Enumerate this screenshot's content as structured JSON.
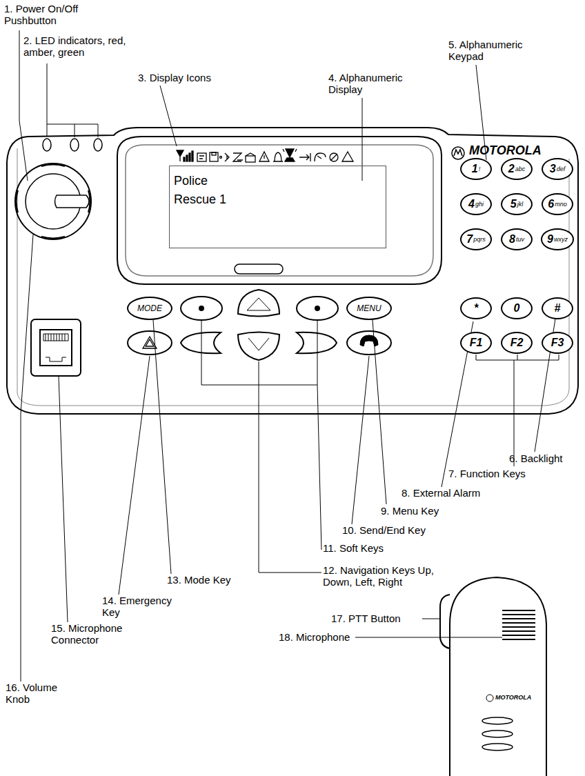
{
  "diagram": {
    "nodes": [
      {
        "text": [
          "Police",
          "Rescue 1"
        ]
      },
      {
        "text": [
          "MODE"
        ]
      },
      {
        "text": [
          "MENU"
        ]
      },
      {
        "text": [
          "1",
          "!"
        ]
      },
      {
        "text": [
          "2",
          "abc"
        ]
      },
      {
        "text": [
          "3",
          "def"
        ]
      },
      {
        "text": [
          "4",
          "ghi"
        ]
      },
      {
        "text": [
          "5",
          "jkl"
        ]
      },
      {
        "text": [
          "6",
          "mno"
        ]
      },
      {
        "text": [
          "7",
          "pqrs"
        ]
      },
      {
        "text": [
          "8",
          "tuv"
        ]
      },
      {
        "text": [
          "9",
          "wxyz"
        ]
      },
      {
        "text": [
          "*"
        ]
      },
      {
        "text": [
          "0"
        ]
      },
      {
        "text": [
          "#"
        ]
      },
      {
        "text": [
          "F1"
        ]
      },
      {
        "text": [
          "F2"
        ]
      },
      {
        "text": [
          "F3"
        ]
      }
    ],
    "labels": [
      "1. Power On/Off Pushbutton",
      "2. LED indicators, red, amber, green",
      "3. Display Icons",
      "4. Alphanumeric Display",
      "5. Alphanumeric Keypad",
      "6. Backlight",
      "7. Function Keys",
      "8. External Alarm",
      "9. Menu Key",
      "10. Send/End Key",
      "11. Soft Keys",
      "12. Navigation Keys Up, Down, Left, Right",
      "13. Mode Key",
      "14. Emergency Key",
      "15. Microphone Connector",
      "16. Volume Knob",
      "17. PTT Button",
      "18. Microphone",
      "MOTOROLA",
      "MOTOROLA"
    ]
  }
}
